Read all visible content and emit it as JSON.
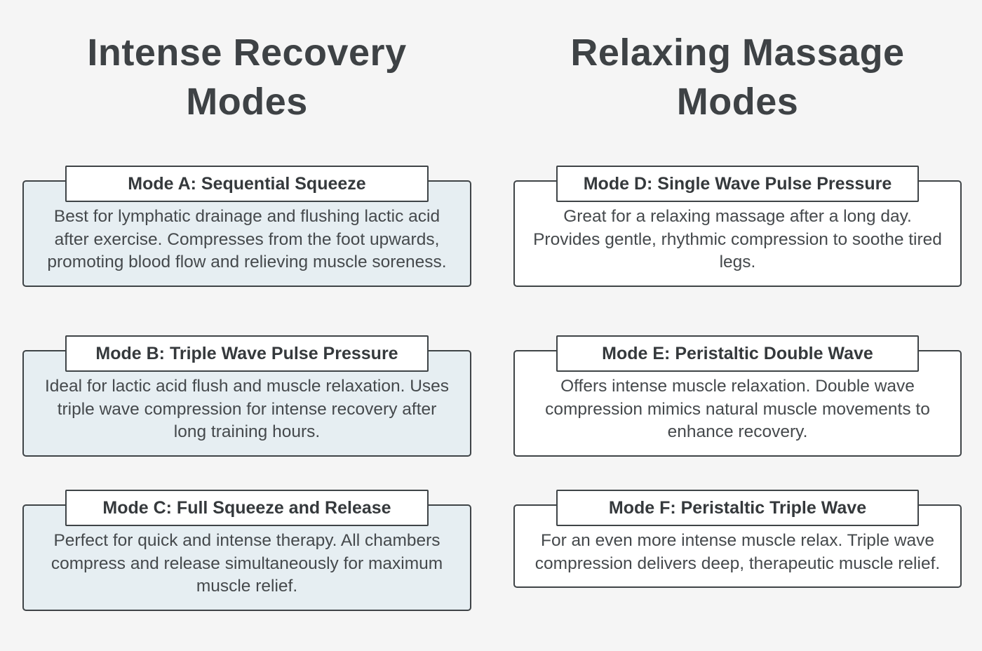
{
  "page": {
    "background_color": "#f5f5f5",
    "border_color": "#3f4447",
    "heading_color": "#3e4245",
    "body_text_color": "#45494c",
    "left_card_bg": "#e6eef2",
    "right_card_bg": "#ffffff"
  },
  "columns": [
    {
      "title": "Intense Recovery Modes",
      "card_bg": "#e6eef2",
      "cards": [
        {
          "title": "Mode A: Sequential Squeeze",
          "description": "Best for lymphatic drainage and flushing lactic acid after exercise. Compresses from the foot upwards, promoting blood flow and relieving muscle soreness."
        },
        {
          "title": "Mode B: Triple Wave Pulse Pressure",
          "description": "Ideal for lactic acid flush and muscle relaxation. Uses triple wave compression for intense recovery after long training hours."
        },
        {
          "title": "Mode C: Full Squeeze and Release",
          "description": "Perfect for quick and intense therapy. All chambers compress and release simultaneously for maximum muscle relief."
        }
      ]
    },
    {
      "title": "Relaxing Massage Modes",
      "card_bg": "#ffffff",
      "cards": [
        {
          "title": "Mode D: Single Wave Pulse Pressure",
          "description": "Great for a relaxing massage after a long day. Provides gentle, rhythmic compression to soothe tired legs."
        },
        {
          "title": "Mode E: Peristaltic Double Wave",
          "description": "Offers intense muscle relaxation. Double wave compression mimics natural muscle movements to enhance recovery."
        },
        {
          "title": "Mode F: Peristaltic Triple Wave",
          "description": "For an even more intense muscle relax. Triple wave compression delivers deep, therapeutic muscle relief."
        }
      ]
    }
  ]
}
